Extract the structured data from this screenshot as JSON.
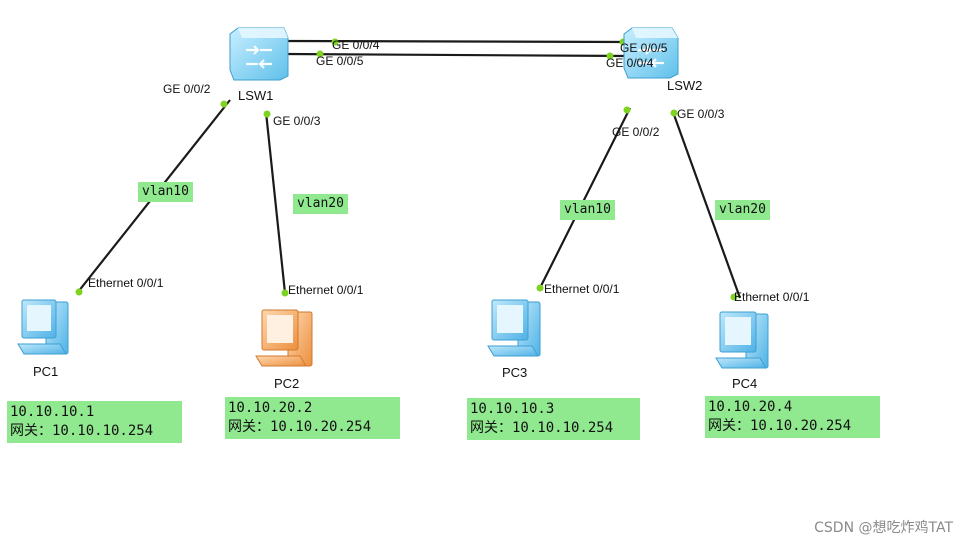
{
  "devices": {
    "lsw1": {
      "label": "LSW1",
      "icon": "switch-icon"
    },
    "lsw2": {
      "label": "LSW2",
      "icon": "switch-icon"
    },
    "pc1": {
      "label": "PC1",
      "icon": "pc-icon"
    },
    "pc2": {
      "label": "PC2",
      "icon": "pc-icon"
    },
    "pc3": {
      "label": "PC3",
      "icon": "pc-icon"
    },
    "pc4": {
      "label": "PC4",
      "icon": "pc-icon"
    }
  },
  "ports": {
    "lsw1_ge004": "GE 0/0/4",
    "lsw1_ge005": "GE 0/0/5",
    "lsw1_ge002": "GE 0/0/2",
    "lsw1_ge003": "GE 0/0/3",
    "lsw2_ge005": "GE 0/0/5",
    "lsw2_ge004": "GE 0/0/4",
    "lsw2_ge002": "GE 0/0/2",
    "lsw2_ge003": "GE 0/0/3",
    "pc1_eth": "Ethernet 0/0/1",
    "pc2_eth": "Ethernet 0/0/1",
    "pc3_eth": "Ethernet 0/0/1",
    "pc4_eth": "Ethernet 0/0/1"
  },
  "vlans": {
    "pc1_link": "vlan10",
    "pc2_link": "vlan20",
    "pc3_link": "vlan10",
    "pc4_link": "vlan20"
  },
  "addresses": {
    "pc1": {
      "ip": "10.10.10.1",
      "gateway": "网关：10.10.10.254"
    },
    "pc2": {
      "ip": "10.10.20.2",
      "gateway": "网关：10.10.20.254"
    },
    "pc3": {
      "ip": "10.10.10.3",
      "gateway": "网关：10.10.10.254"
    },
    "pc4": {
      "ip": "10.10.20.4",
      "gateway": "网关：10.10.20.254"
    }
  },
  "colors": {
    "highlight": "#90e88f",
    "port_dot": "#7ed321",
    "link": "#1a1a1a",
    "switch": "#7fd0f2",
    "pc_blue": "#6cc3ee",
    "pc_orange": "#f2a25c"
  },
  "watermark": "CSDN @想吃炸鸡TAT"
}
